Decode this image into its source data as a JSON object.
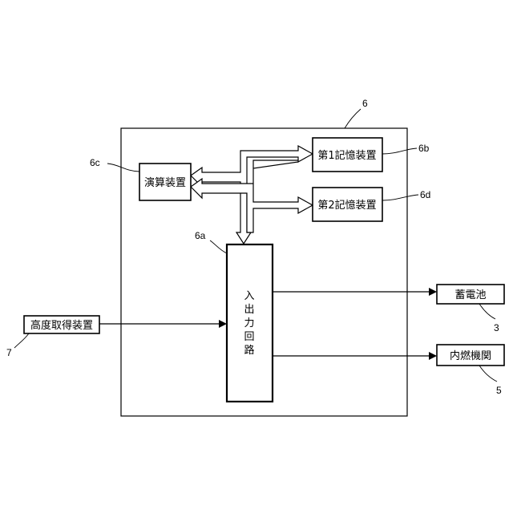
{
  "labels": {
    "memory1": "第1記憶装置",
    "memory2": "第2記憶装置",
    "arithmetic": "演算装置",
    "io_circuit": [
      "入",
      "出",
      "力",
      "回",
      "路"
    ],
    "altitude": "高度取得装置",
    "battery": "蓄電池",
    "engine": "内燃機関"
  },
  "refs": {
    "controller": "6",
    "memory1": "6b",
    "memory2": "6d",
    "arithmetic": "6c",
    "io_circuit": "6a",
    "altitude": "7",
    "battery": "3",
    "engine": "5"
  }
}
